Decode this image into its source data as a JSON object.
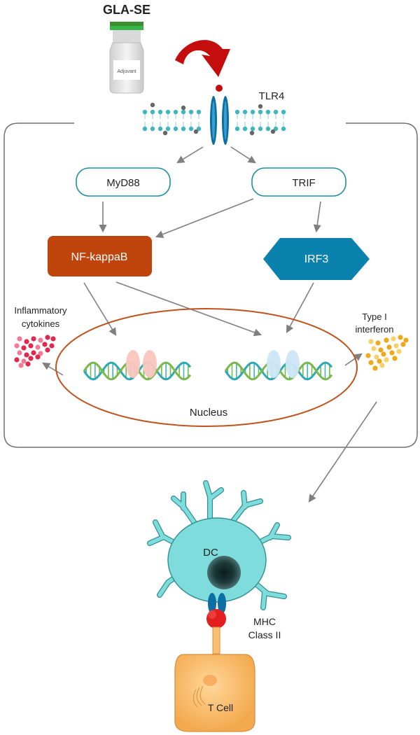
{
  "header": {
    "adjuvant_name": "GLA-SE",
    "vial_label": "Adjuvant"
  },
  "receptor": {
    "label": "TLR4"
  },
  "adaptors": {
    "myd88": "MyD88",
    "trif": "TRIF"
  },
  "factors": {
    "nfkb": "NF-kappaB",
    "irf3": "IRF3"
  },
  "outputs": {
    "inflammatory": [
      "Inflammatory",
      "cytokines"
    ],
    "interferon": [
      "Type I",
      "interferon"
    ]
  },
  "nucleus": {
    "label": "Nucleus"
  },
  "immune": {
    "dc": "DC",
    "mhc": [
      "MHC",
      "Class II"
    ],
    "tcell": "T Cell"
  },
  "colors": {
    "teal": "#3fb6bf",
    "nfkb": "#c0450c",
    "irf3": "#0b82ad",
    "nucleus_border": "#c0521c",
    "arrow": "#808080",
    "cytokine": "#e0284f",
    "interferon": "#f0a818",
    "dc_body": "#7fdcdc",
    "tcell_body": "#f8c070",
    "mhc_red": "#e31e1e",
    "swoop_red": "#c40d0d"
  }
}
